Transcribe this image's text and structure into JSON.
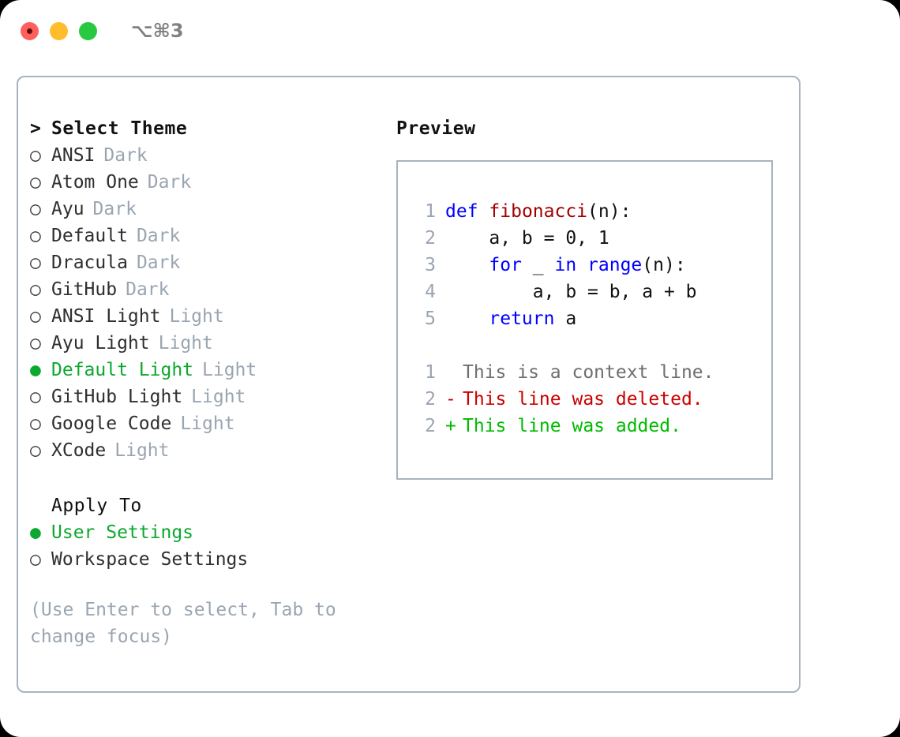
{
  "titlebar": {
    "shortcut": "⌥⌘3",
    "lights": [
      {
        "name": "close",
        "color": "#ff605c"
      },
      {
        "name": "minimize",
        "color": "#ffbd2e"
      },
      {
        "name": "maximize",
        "color": "#28c840"
      }
    ]
  },
  "accent": {
    "green": "#0ca82f",
    "muted": "#9aa5b1",
    "border": "#a9b3bf",
    "keyword": "#0000ff",
    "function": "#a00000",
    "diff_deleted": "#cc0000",
    "diff_added": "#00bb00",
    "diff_context": "#6e6e6e"
  },
  "theme_list": {
    "heading": "Select Theme",
    "heading_marker": ">",
    "marker_unselected": "○",
    "marker_selected": "●",
    "items": [
      {
        "name": "ANSI",
        "kind": "Dark",
        "selected": false
      },
      {
        "name": "Atom One",
        "kind": "Dark",
        "selected": false
      },
      {
        "name": "Ayu",
        "kind": "Dark",
        "selected": false
      },
      {
        "name": "Default",
        "kind": "Dark",
        "selected": false
      },
      {
        "name": "Dracula",
        "kind": "Dark",
        "selected": false
      },
      {
        "name": "GitHub",
        "kind": "Dark",
        "selected": false
      },
      {
        "name": "ANSI Light",
        "kind": "Light",
        "selected": false
      },
      {
        "name": "Ayu Light",
        "kind": "Light",
        "selected": false
      },
      {
        "name": "Default Light",
        "kind": "Light",
        "selected": true
      },
      {
        "name": "GitHub Light",
        "kind": "Light",
        "selected": false
      },
      {
        "name": "Google Code",
        "kind": "Light",
        "selected": false
      },
      {
        "name": "XCode",
        "kind": "Light",
        "selected": false
      }
    ]
  },
  "apply_to": {
    "label": "Apply To",
    "items": [
      {
        "name": "User Settings",
        "selected": true
      },
      {
        "name": "Workspace Settings",
        "selected": false
      }
    ]
  },
  "hint": "(Use Enter to select, Tab to change focus)",
  "preview": {
    "title": "Preview",
    "code_lines": [
      {
        "number": "1",
        "tokens": [
          {
            "t": "def",
            "c": "kw"
          },
          {
            "t": " ",
            "c": "pl"
          },
          {
            "t": "fibonacci",
            "c": "fn"
          },
          {
            "t": "(n):",
            "c": "pl"
          }
        ]
      },
      {
        "number": "2",
        "tokens": [
          {
            "t": "    a, b = 0, 1",
            "c": "pl"
          }
        ]
      },
      {
        "number": "3",
        "tokens": [
          {
            "t": "    ",
            "c": "pl"
          },
          {
            "t": "for",
            "c": "kw"
          },
          {
            "t": " _ ",
            "c": "pl"
          },
          {
            "t": "in",
            "c": "kw"
          },
          {
            "t": " ",
            "c": "pl"
          },
          {
            "t": "range",
            "c": "kw"
          },
          {
            "t": "(n):",
            "c": "pl"
          }
        ]
      },
      {
        "number": "4",
        "tokens": [
          {
            "t": "        a, b = b, a + b",
            "c": "pl"
          }
        ]
      },
      {
        "number": "5",
        "tokens": [
          {
            "t": "    ",
            "c": "pl"
          },
          {
            "t": "return",
            "c": "kw"
          },
          {
            "t": " a",
            "c": "pl"
          }
        ]
      }
    ],
    "diff_lines": [
      {
        "number": "1",
        "sign": " ",
        "text": "This is a context line.",
        "kind": "diff-ctx"
      },
      {
        "number": "2",
        "sign": "-",
        "text": "This line was deleted.",
        "kind": "diff-del"
      },
      {
        "number": "2",
        "sign": "+",
        "text": "This line was added.",
        "kind": "diff-add"
      }
    ]
  }
}
